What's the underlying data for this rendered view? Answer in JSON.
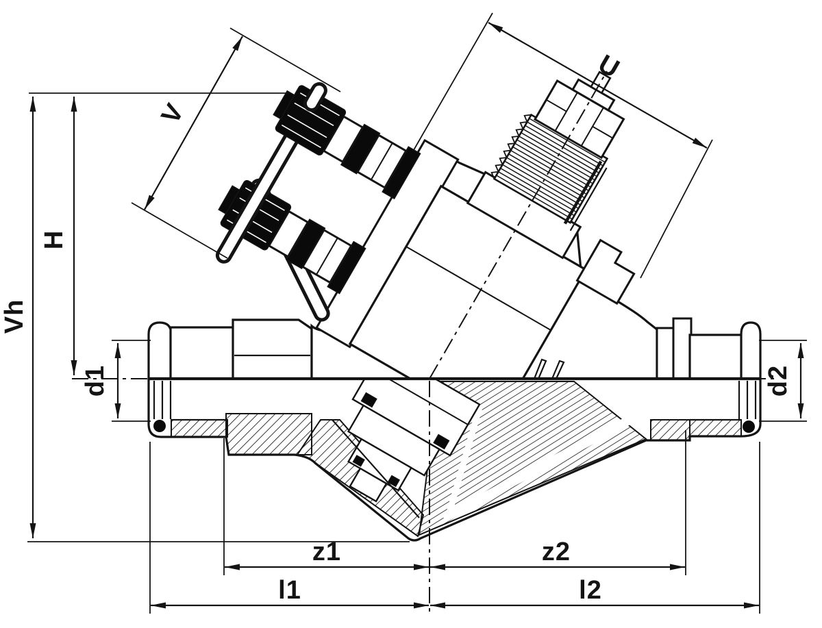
{
  "drawing": {
    "kind": "valve-section-dimension-drawing",
    "labels": {
      "v": "V",
      "u": "U",
      "h": "H",
      "vh": "Vh",
      "d1": "d1",
      "d2": "d2",
      "z1": "z1",
      "z2": "z2",
      "l1": "l1",
      "l2": "l2"
    },
    "colors": {
      "line": "#141414",
      "background": "#ffffff",
      "solid_fill": "#0a0a0a"
    }
  }
}
